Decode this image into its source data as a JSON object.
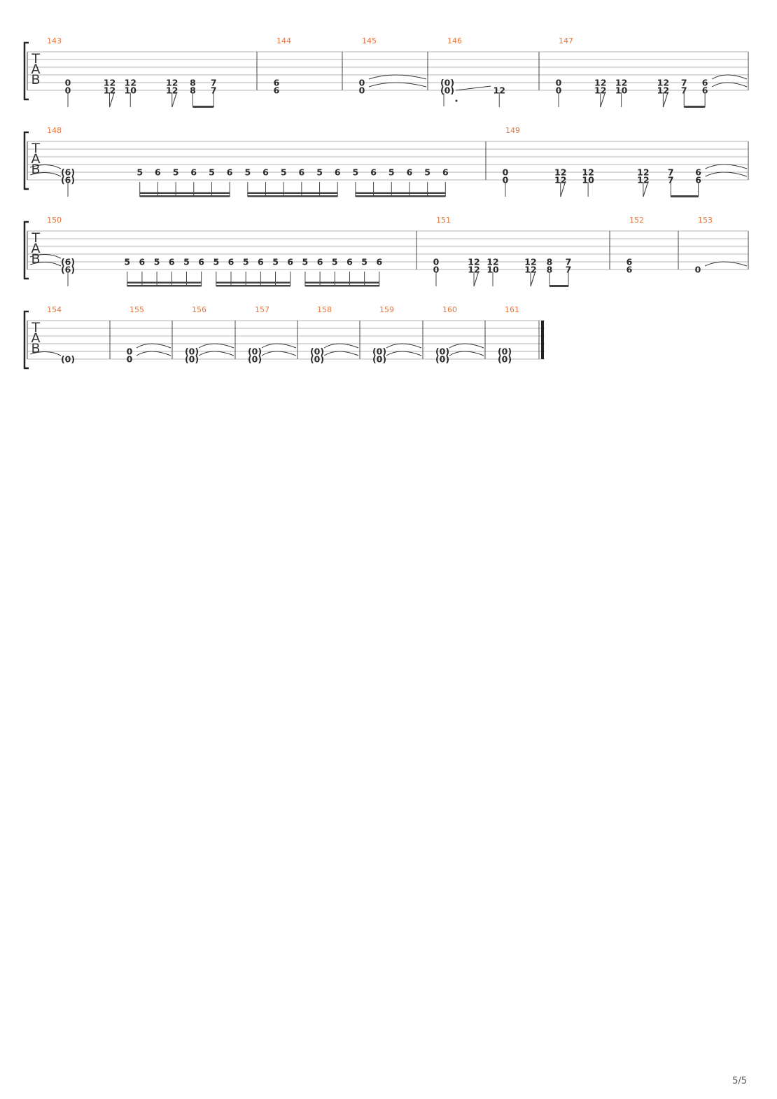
{
  "document": {
    "tab_letters": [
      "T",
      "A",
      "B"
    ],
    "page_number": "5/5"
  },
  "systems": [
    {
      "measures": [
        {
          "number": "143",
          "events": [
            {
              "frets": [
                {
                  "s": 4,
                  "f": "0"
                },
                {
                  "s": 5,
                  "f": "0"
                }
              ],
              "dur": "q"
            },
            {
              "frets": [
                {
                  "s": 4,
                  "f": "12"
                },
                {
                  "s": 5,
                  "f": "12"
                }
              ],
              "dur": "8"
            },
            {
              "frets": [
                {
                  "s": 4,
                  "f": "12"
                },
                {
                  "s": 5,
                  "f": "10"
                }
              ],
              "dur": "q"
            },
            {
              "frets": [
                {
                  "s": 4,
                  "f": "12"
                },
                {
                  "s": 5,
                  "f": "12"
                }
              ],
              "dur": "8"
            },
            {
              "frets": [
                {
                  "s": 4,
                  "f": "8"
                },
                {
                  "s": 5,
                  "f": "8"
                }
              ],
              "dur": "8b"
            },
            {
              "frets": [
                {
                  "s": 4,
                  "f": "7"
                },
                {
                  "s": 5,
                  "f": "7"
                }
              ],
              "dur": "8b"
            }
          ]
        },
        {
          "number": "144",
          "events": [
            {
              "frets": [
                {
                  "s": 4,
                  "f": "6"
                },
                {
                  "s": 5,
                  "f": "6"
                }
              ],
              "dur": "w"
            }
          ]
        },
        {
          "number": "145",
          "events": [
            {
              "frets": [
                {
                  "s": 4,
                  "f": "0"
                },
                {
                  "s": 5,
                  "f": "0"
                }
              ],
              "dur": "w",
              "tie": true
            }
          ]
        },
        {
          "number": "146",
          "events": [
            {
              "frets": [
                {
                  "s": 4,
                  "f": "(0)"
                },
                {
                  "s": 5,
                  "f": "(0)"
                }
              ],
              "dur": "hd",
              "slide": true
            },
            {
              "frets": [
                {
                  "s": 5,
                  "f": "12"
                }
              ],
              "dur": "q"
            }
          ]
        },
        {
          "number": "147",
          "events": [
            {
              "frets": [
                {
                  "s": 4,
                  "f": "0"
                },
                {
                  "s": 5,
                  "f": "0"
                }
              ],
              "dur": "q"
            },
            {
              "frets": [
                {
                  "s": 4,
                  "f": "12"
                },
                {
                  "s": 5,
                  "f": "12"
                }
              ],
              "dur": "8"
            },
            {
              "frets": [
                {
                  "s": 4,
                  "f": "12"
                },
                {
                  "s": 5,
                  "f": "10"
                }
              ],
              "dur": "q"
            },
            {
              "frets": [
                {
                  "s": 4,
                  "f": "12"
                },
                {
                  "s": 5,
                  "f": "12"
                }
              ],
              "dur": "8"
            },
            {
              "frets": [
                {
                  "s": 4,
                  "f": "7"
                },
                {
                  "s": 5,
                  "f": "7"
                }
              ],
              "dur": "8b"
            },
            {
              "frets": [
                {
                  "s": 4,
                  "f": "6"
                },
                {
                  "s": 5,
                  "f": "6"
                }
              ],
              "dur": "8b",
              "tie": true
            }
          ]
        }
      ]
    },
    {
      "measures": [
        {
          "number": "148",
          "events": [
            {
              "frets": [
                {
                  "s": 4,
                  "f": "(6)"
                },
                {
                  "s": 5,
                  "f": "(6)"
                }
              ],
              "dur": "q",
              "tiedIn": true
            },
            {
              "frets": [
                {
                  "s": 4,
                  "f": "5"
                }
              ],
              "dur": "16"
            },
            {
              "frets": [
                {
                  "s": 4,
                  "f": "6"
                }
              ],
              "dur": "16"
            },
            {
              "frets": [
                {
                  "s": 4,
                  "f": "5"
                }
              ],
              "dur": "16"
            },
            {
              "frets": [
                {
                  "s": 4,
                  "f": "6"
                }
              ],
              "dur": "16"
            },
            {
              "frets": [
                {
                  "s": 4,
                  "f": "5"
                }
              ],
              "dur": "16"
            },
            {
              "frets": [
                {
                  "s": 4,
                  "f": "6"
                }
              ],
              "dur": "16"
            },
            {
              "frets": [
                {
                  "s": 4,
                  "f": "5"
                }
              ],
              "dur": "16"
            },
            {
              "frets": [
                {
                  "s": 4,
                  "f": "6"
                }
              ],
              "dur": "16"
            },
            {
              "frets": [
                {
                  "s": 4,
                  "f": "5"
                }
              ],
              "dur": "16"
            },
            {
              "frets": [
                {
                  "s": 4,
                  "f": "6"
                }
              ],
              "dur": "16"
            },
            {
              "frets": [
                {
                  "s": 4,
                  "f": "5"
                }
              ],
              "dur": "16"
            },
            {
              "frets": [
                {
                  "s": 4,
                  "f": "6"
                }
              ],
              "dur": "16"
            },
            {
              "frets": [
                {
                  "s": 4,
                  "f": "5"
                }
              ],
              "dur": "16"
            },
            {
              "frets": [
                {
                  "s": 4,
                  "f": "6"
                }
              ],
              "dur": "16"
            },
            {
              "frets": [
                {
                  "s": 4,
                  "f": "5"
                }
              ],
              "dur": "16"
            },
            {
              "frets": [
                {
                  "s": 4,
                  "f": "6"
                }
              ],
              "dur": "16"
            },
            {
              "frets": [
                {
                  "s": 4,
                  "f": "5"
                }
              ],
              "dur": "16"
            },
            {
              "frets": [
                {
                  "s": 4,
                  "f": "6"
                }
              ],
              "dur": "16"
            }
          ]
        },
        {
          "number": "149",
          "events": [
            {
              "frets": [
                {
                  "s": 4,
                  "f": "0"
                },
                {
                  "s": 5,
                  "f": "0"
                }
              ],
              "dur": "q"
            },
            {
              "frets": [
                {
                  "s": 4,
                  "f": "12"
                },
                {
                  "s": 5,
                  "f": "12"
                }
              ],
              "dur": "8"
            },
            {
              "frets": [
                {
                  "s": 4,
                  "f": "12"
                },
                {
                  "s": 5,
                  "f": "10"
                }
              ],
              "dur": "q"
            },
            {
              "frets": [
                {
                  "s": 4,
                  "f": "12"
                },
                {
                  "s": 5,
                  "f": "12"
                }
              ],
              "dur": "8"
            },
            {
              "frets": [
                {
                  "s": 4,
                  "f": "7"
                },
                {
                  "s": 5,
                  "f": "7"
                }
              ],
              "dur": "8b"
            },
            {
              "frets": [
                {
                  "s": 4,
                  "f": "6"
                },
                {
                  "s": 5,
                  "f": "6"
                }
              ],
              "dur": "8b",
              "tie": true
            }
          ]
        }
      ]
    },
    {
      "measures": [
        {
          "number": "150",
          "events": [
            {
              "frets": [
                {
                  "s": 4,
                  "f": "(6)"
                },
                {
                  "s": 5,
                  "f": "(6)"
                }
              ],
              "dur": "q",
              "tiedIn": true
            },
            {
              "frets": [
                {
                  "s": 4,
                  "f": "5"
                }
              ],
              "dur": "16"
            },
            {
              "frets": [
                {
                  "s": 4,
                  "f": "6"
                }
              ],
              "dur": "16"
            },
            {
              "frets": [
                {
                  "s": 4,
                  "f": "5"
                }
              ],
              "dur": "16"
            },
            {
              "frets": [
                {
                  "s": 4,
                  "f": "6"
                }
              ],
              "dur": "16"
            },
            {
              "frets": [
                {
                  "s": 4,
                  "f": "5"
                }
              ],
              "dur": "16"
            },
            {
              "frets": [
                {
                  "s": 4,
                  "f": "6"
                }
              ],
              "dur": "16"
            },
            {
              "frets": [
                {
                  "s": 4,
                  "f": "5"
                }
              ],
              "dur": "16"
            },
            {
              "frets": [
                {
                  "s": 4,
                  "f": "6"
                }
              ],
              "dur": "16"
            },
            {
              "frets": [
                {
                  "s": 4,
                  "f": "5"
                }
              ],
              "dur": "16"
            },
            {
              "frets": [
                {
                  "s": 4,
                  "f": "6"
                }
              ],
              "dur": "16"
            },
            {
              "frets": [
                {
                  "s": 4,
                  "f": "5"
                }
              ],
              "dur": "16"
            },
            {
              "frets": [
                {
                  "s": 4,
                  "f": "6"
                }
              ],
              "dur": "16"
            },
            {
              "frets": [
                {
                  "s": 4,
                  "f": "5"
                }
              ],
              "dur": "16"
            },
            {
              "frets": [
                {
                  "s": 4,
                  "f": "6"
                }
              ],
              "dur": "16"
            },
            {
              "frets": [
                {
                  "s": 4,
                  "f": "5"
                }
              ],
              "dur": "16"
            },
            {
              "frets": [
                {
                  "s": 4,
                  "f": "6"
                }
              ],
              "dur": "16"
            },
            {
              "frets": [
                {
                  "s": 4,
                  "f": "5"
                }
              ],
              "dur": "16"
            },
            {
              "frets": [
                {
                  "s": 4,
                  "f": "6"
                }
              ],
              "dur": "16"
            }
          ]
        },
        {
          "number": "151",
          "events": [
            {
              "frets": [
                {
                  "s": 4,
                  "f": "0"
                },
                {
                  "s": 5,
                  "f": "0"
                }
              ],
              "dur": "q"
            },
            {
              "frets": [
                {
                  "s": 4,
                  "f": "12"
                },
                {
                  "s": 5,
                  "f": "12"
                }
              ],
              "dur": "8"
            },
            {
              "frets": [
                {
                  "s": 4,
                  "f": "12"
                },
                {
                  "s": 5,
                  "f": "10"
                }
              ],
              "dur": "q"
            },
            {
              "frets": [
                {
                  "s": 4,
                  "f": "12"
                },
                {
                  "s": 5,
                  "f": "12"
                }
              ],
              "dur": "8"
            },
            {
              "frets": [
                {
                  "s": 4,
                  "f": "8"
                },
                {
                  "s": 5,
                  "f": "8"
                }
              ],
              "dur": "8b"
            },
            {
              "frets": [
                {
                  "s": 4,
                  "f": "7"
                },
                {
                  "s": 5,
                  "f": "7"
                }
              ],
              "dur": "8b"
            }
          ]
        },
        {
          "number": "152",
          "events": [
            {
              "frets": [
                {
                  "s": 4,
                  "f": "6"
                },
                {
                  "s": 5,
                  "f": "6"
                }
              ],
              "dur": "w"
            }
          ]
        },
        {
          "number": "153",
          "events": [
            {
              "frets": [
                {
                  "s": 5,
                  "f": "0"
                }
              ],
              "dur": "w",
              "tie": true
            }
          ]
        }
      ]
    },
    {
      "final": true,
      "measures": [
        {
          "number": "154",
          "events": [
            {
              "frets": [
                {
                  "s": 5,
                  "f": "(0)"
                }
              ],
              "dur": "w",
              "tiedIn": true
            }
          ]
        },
        {
          "number": "155",
          "events": [
            {
              "frets": [
                {
                  "s": 4,
                  "f": "0"
                },
                {
                  "s": 5,
                  "f": "0"
                }
              ],
              "dur": "w",
              "tie": true
            }
          ]
        },
        {
          "number": "156",
          "events": [
            {
              "frets": [
                {
                  "s": 4,
                  "f": "(0)"
                },
                {
                  "s": 5,
                  "f": "(0)"
                }
              ],
              "dur": "w",
              "tie": true
            }
          ]
        },
        {
          "number": "157",
          "events": [
            {
              "frets": [
                {
                  "s": 4,
                  "f": "(0)"
                },
                {
                  "s": 5,
                  "f": "(0)"
                }
              ],
              "dur": "w",
              "tie": true
            }
          ]
        },
        {
          "number": "158",
          "events": [
            {
              "frets": [
                {
                  "s": 4,
                  "f": "(0)"
                },
                {
                  "s": 5,
                  "f": "(0)"
                }
              ],
              "dur": "w",
              "tie": true
            }
          ]
        },
        {
          "number": "159",
          "events": [
            {
              "frets": [
                {
                  "s": 4,
                  "f": "(0)"
                },
                {
                  "s": 5,
                  "f": "(0)"
                }
              ],
              "dur": "w",
              "tie": true
            }
          ]
        },
        {
          "number": "160",
          "events": [
            {
              "frets": [
                {
                  "s": 4,
                  "f": "(0)"
                },
                {
                  "s": 5,
                  "f": "(0)"
                }
              ],
              "dur": "w",
              "tie": true
            }
          ]
        },
        {
          "number": "161",
          "events": [
            {
              "frets": [
                {
                  "s": 4,
                  "f": "(0)"
                },
                {
                  "s": 5,
                  "f": "(0)"
                }
              ],
              "dur": "w"
            }
          ]
        }
      ]
    }
  ]
}
